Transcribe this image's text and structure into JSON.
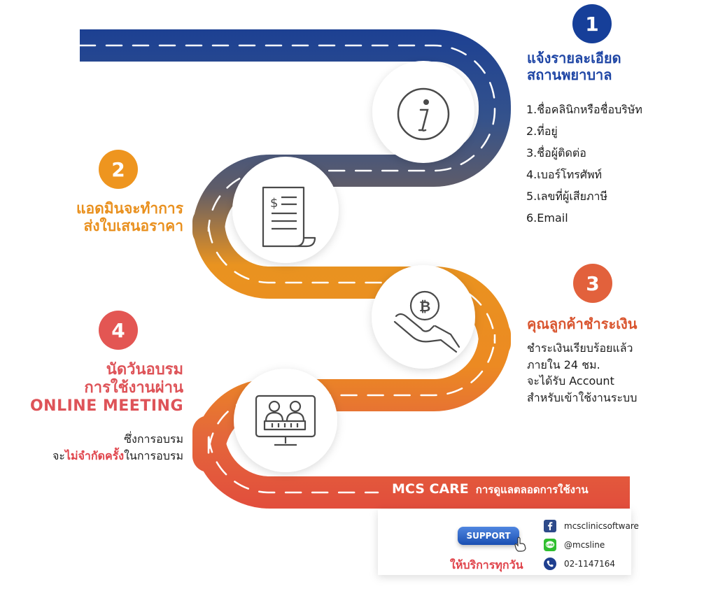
{
  "step1": {
    "number": "1",
    "title_lines": [
      "แจ้งรายละเอียด",
      "สถานพยาบาล"
    ],
    "items": [
      "1.ชื่อคลินิกหรือชื่อบริษัท",
      "2.ที่อยู่",
      "3.ชื่อผู้ติดต่อ",
      "4.เบอร์โทรศัพท์",
      "5.เลขที่ผู้เสียภาษี",
      "6.Email"
    ],
    "icon": "info-icon"
  },
  "step2": {
    "number": "2",
    "title_lines": [
      "แอดมินจะทำการ",
      "ส่งใบเสนอราคา"
    ],
    "icon": "invoice-icon"
  },
  "step3": {
    "number": "3",
    "title": "คุณลูกค้าชำระเงิน",
    "desc_lines": [
      "ชำระเงินเรียบร้อยแล้ว",
      "ภายใน 24 ชม.",
      "จะได้รับ Account",
      "สำหรับเข้าใช้งานระบบ"
    ],
    "icon": "coin-hand-icon"
  },
  "step4": {
    "number": "4",
    "title_lines": [
      "นัดวันอบรม",
      "การใช้งานผ่าน",
      "ONLINE MEETING"
    ],
    "desc_line1": "ซึ่งการอบรม",
    "desc_prefix": "จะ",
    "desc_highlight": "ไม่จำกัดครั้ง",
    "desc_suffix": "ในการอบรม",
    "icon": "online-meeting-icon"
  },
  "footer": {
    "brand": "MCS CARE",
    "tagline": "การดูแลตลอดการใช้งาน",
    "support_label": "SUPPORT",
    "daily_service": "ให้บริการทุกวัน",
    "social": [
      {
        "icon": "facebook-icon",
        "label": "mcsclinicsoftware"
      },
      {
        "icon": "line-icon",
        "label": "@mcsline"
      },
      {
        "icon": "phone-icon",
        "label": "02-1147164"
      }
    ]
  },
  "colors": {
    "road_start": "#1b3f93",
    "road_mid": "#5a5a6a",
    "road_orange": "#ee951f",
    "road_end": "#e2503d",
    "step1": "#1f46a5",
    "step2": "#e9901e",
    "step3": "#d9552f",
    "step4": "#de5358",
    "highlight": "#e0434a"
  }
}
